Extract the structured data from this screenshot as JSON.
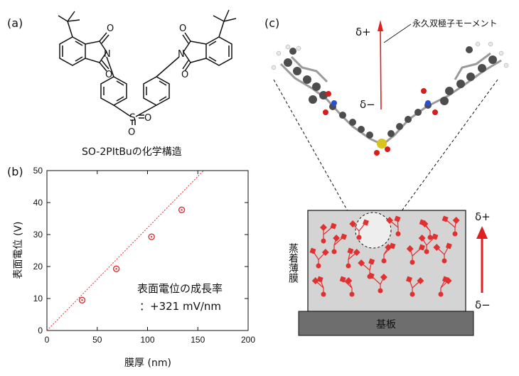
{
  "panels": {
    "a": "(a)",
    "b": "(b)",
    "c": "(c)"
  },
  "structure_caption": "SO-2PItBuの化学構造",
  "molecule_atoms": {
    "N": "N",
    "O": "O",
    "S": "S"
  },
  "dipole": {
    "label": "永久双極子モーメント",
    "plus": "δ+",
    "minus": "δ−"
  },
  "film": {
    "label": "蒸着薄膜",
    "substrate": "基板",
    "plus": "δ+",
    "minus": "δ−"
  },
  "colors": {
    "marker": "#e03030",
    "fit_line": "#e03030",
    "film_fill": "#d4d4d4",
    "substrate_fill": "#6e6e6e",
    "dipole_arrow": "#e02020"
  },
  "chart_data": {
    "type": "scatter",
    "xlabel": "膜厚 (nm)",
    "ylabel": "表面電位 (V)",
    "xlim": [
      0,
      200
    ],
    "ylim": [
      0,
      50
    ],
    "xticks": [
      0,
      50,
      100,
      150,
      200
    ],
    "yticks": [
      0,
      10,
      20,
      30,
      40,
      50
    ],
    "x": [
      35,
      69,
      104,
      134
    ],
    "y": [
      9.5,
      19.3,
      29.3,
      37.7
    ],
    "fit": {
      "slope_mV_per_nm": 321,
      "style": "dotted"
    },
    "annotation": {
      "line1": "表面電位の成長率",
      "line2": "：+321 mV/nm"
    },
    "grid": false,
    "marker": "open-circle"
  }
}
